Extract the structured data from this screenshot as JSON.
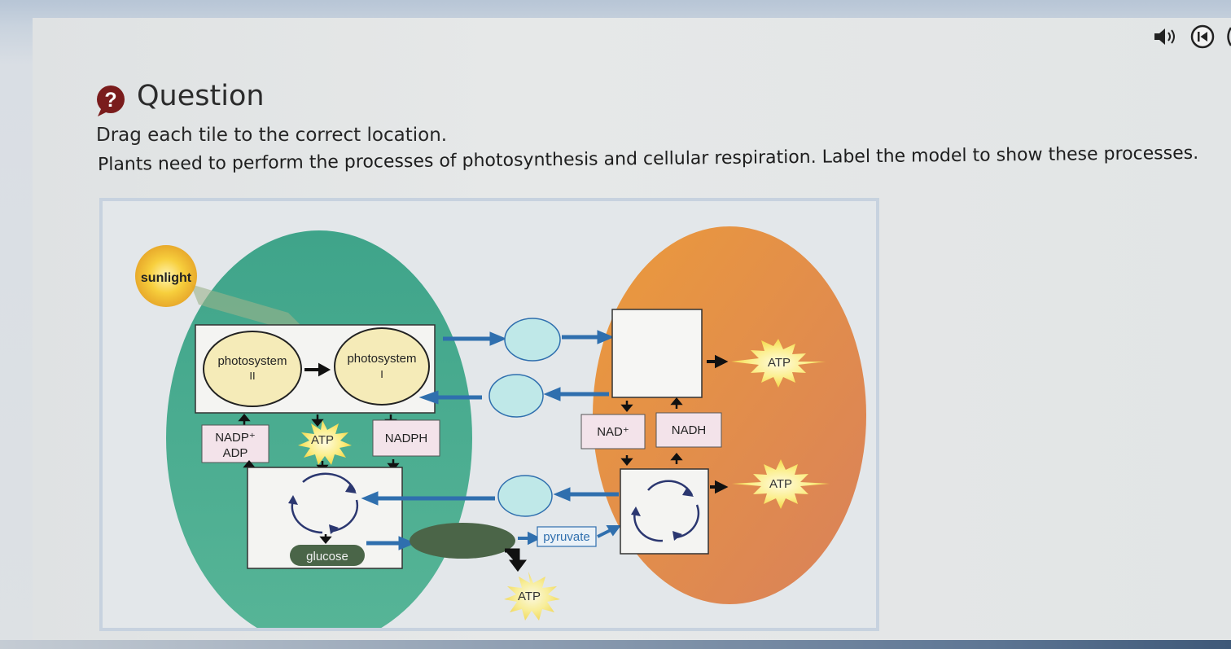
{
  "window": {
    "icons": [
      "speaker-icon",
      "restart-icon"
    ]
  },
  "question": {
    "heading": "Question",
    "instruction": "Drag each tile to the correct location.",
    "prompt": "Plants need to perform the processes of photosynthesis and cellular respiration. Label the model to show these processes."
  },
  "diagram": {
    "sunlight": "sunlight",
    "photosystem_ii": [
      "photosystem",
      "II"
    ],
    "photosystem_i": [
      "photosystem",
      "I"
    ],
    "nadp_adp": [
      "NADP⁺",
      "ADP"
    ],
    "atp_left": "ATP",
    "nadph": "NADPH",
    "glucose": "glucose",
    "pyruvate": "pyruvate",
    "atp_bottom": "ATP",
    "nad_plus": "NAD⁺",
    "nadh": "NADH",
    "atp_top_right": "ATP",
    "atp_mid_right": "ATP",
    "colors": {
      "chloroplast": "#4fae93",
      "mitochondrion": "#e6913f",
      "arrow": "#2f6fae",
      "drop_zone": "#bfe8e8"
    }
  }
}
